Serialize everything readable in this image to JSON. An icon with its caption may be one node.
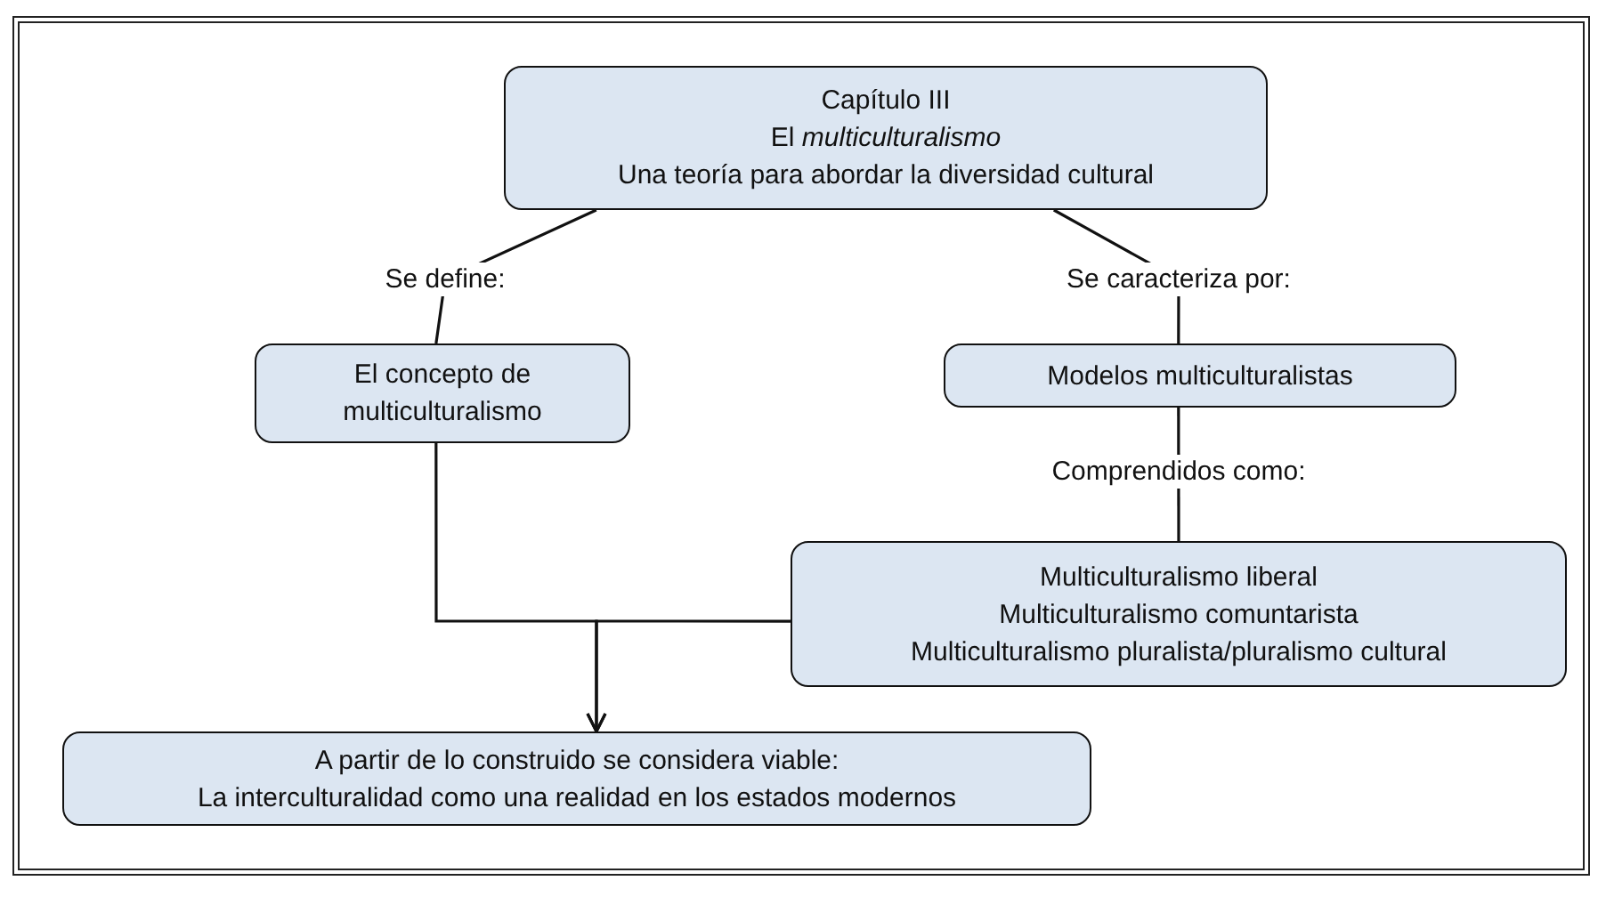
{
  "diagram": {
    "nodes": [
      {
        "text": [
          "Capítulo III",
          "El *multiculturalismo*",
          "Una teoría para abordar la diversidad cultural"
        ]
      },
      {
        "text": [
          "El concepto de multiculturalismo"
        ]
      },
      {
        "text": [
          "Modelos multiculturalistas"
        ]
      },
      {
        "text": [
          "Multiculturalismo liberal",
          "Multiculturalismo comuntarista",
          "Multiculturalismo pluralista/pluralismo cultural"
        ]
      },
      {
        "text": [
          "A partir de lo construido se considera viable:",
          "La interculturalidad como una realidad en los estados modernos"
        ]
      }
    ],
    "edges": [
      {
        "from": 0,
        "to": 1,
        "arrow": "none",
        "label": "Se define:"
      },
      {
        "from": 0,
        "to": 2,
        "arrow": "none",
        "label": "Se caracteriza por:"
      },
      {
        "from": 2,
        "to": 3,
        "arrow": "none",
        "label": "Comprendidos como:"
      },
      {
        "from": 1,
        "to": 4,
        "arrow": "to"
      },
      {
        "from": 3,
        "to": 4,
        "arrow": "to"
      }
    ]
  }
}
